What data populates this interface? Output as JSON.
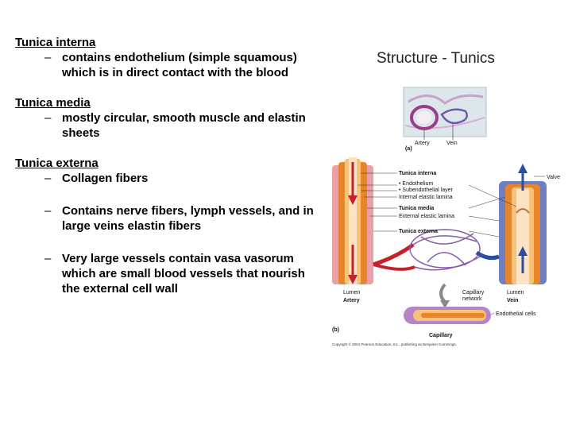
{
  "slide": {
    "title": "Structure - Tunics",
    "sections": [
      {
        "heading": "Tunica interna",
        "bullets": [
          "contains endothelium (simple squamous) which is in direct contact with the blood"
        ]
      },
      {
        "heading": "Tunica media",
        "bullets": [
          "mostly circular, smooth muscle and elastin sheets"
        ]
      },
      {
        "heading": "Tunica externa",
        "bullets": [
          "Collagen fibers",
          "Contains nerve fibers, lymph vessels, and in large veins elastin fibers",
          "Very large vessels contain vasa vasorum which are small blood vessels that nourish the external cell wall"
        ]
      }
    ],
    "dash": "–"
  },
  "figure": {
    "panel_a_label": "(a)",
    "panel_b_label": "(b)",
    "micro_labels": {
      "artery": "Artery",
      "vein": "Vein"
    },
    "labels": {
      "tunica_interna": "Tunica interna",
      "endothelium": "• Endothelium",
      "subendothelial": "• Subendothelial layer",
      "internal_elastic": "Internal elastic lamina",
      "tunica_media": "Tunica media",
      "external_elastic": "External elastic lamina",
      "tunica_externa": "Tunica externa",
      "valve": "Valve",
      "lumen_left": "Lumen",
      "artery": "Artery",
      "capillary_network_1": "Capillary",
      "capillary_network_2": "network",
      "lumen_right": "Lumen",
      "vein": "Vein",
      "endothelial_cells": "Endothelial cells",
      "capillary": "Capillary"
    },
    "copyright": "Copyright © 2004 Pearson Education, Inc., publishing as Benjamin Cummings.",
    "colors": {
      "artery_red": "#c8202a",
      "vein_blue": "#2a4fa0",
      "media_orange": "#e8852a",
      "externa_pink": "#e9a0a8",
      "capillary_purple": "#8a5aa8"
    }
  }
}
